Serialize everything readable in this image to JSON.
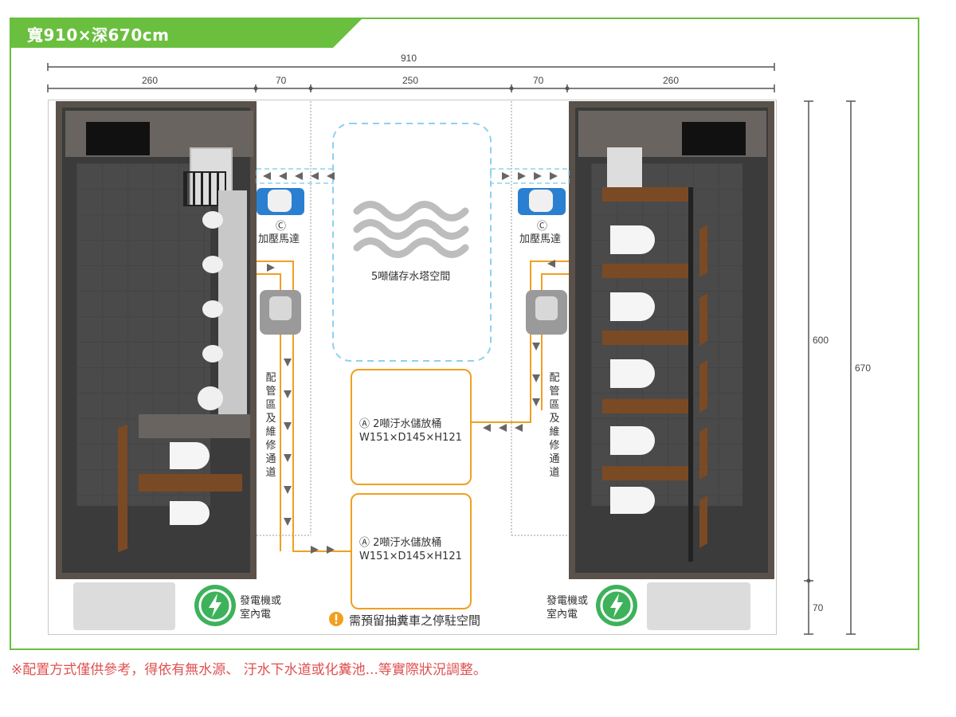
{
  "title": "寬910×深670cm",
  "dimensions": {
    "total_width": "910",
    "segments": [
      "260",
      "70",
      "250",
      "70",
      "260"
    ],
    "depth_inner": "600",
    "depth_extra": "70",
    "depth_total": "670"
  },
  "labels": {
    "pump_left_marker": "Ⓒ",
    "pump_left": "加壓馬達",
    "pump_right_marker": "Ⓒ",
    "pump_right": "加壓馬達",
    "water_tank": "5噸儲存水塔空間",
    "pipe_left": "配管區及維修通道",
    "pipe_right": "配管區及維修通道",
    "tank_top_line1": "Ⓐ 2噸汙水儲放桶",
    "tank_top_line2": "W151×D145×H121",
    "tank_bottom_line1": "Ⓐ 2噸汙水儲放桶",
    "tank_bottom_line2": "W151×D145×H121",
    "generator_left": "發電機或室內電",
    "generator_right": "發電機或室內電",
    "parking_notice": "需預留抽糞車之停駐空間"
  },
  "footnote": "※配置方式僅供參考，得依有無水源、 汙水下水道或化糞池...等實際狀況調整。",
  "colors": {
    "accent_green": "#6abf3f",
    "pipe_orange": "#f0a020",
    "water_blue": "#8fd0f0",
    "notice_orange": "#f0a020",
    "footnote_red": "#e05050"
  },
  "icons": [
    "lightning-bolt-icon",
    "warning-icon",
    "wave-icon",
    "pump-icon"
  ]
}
